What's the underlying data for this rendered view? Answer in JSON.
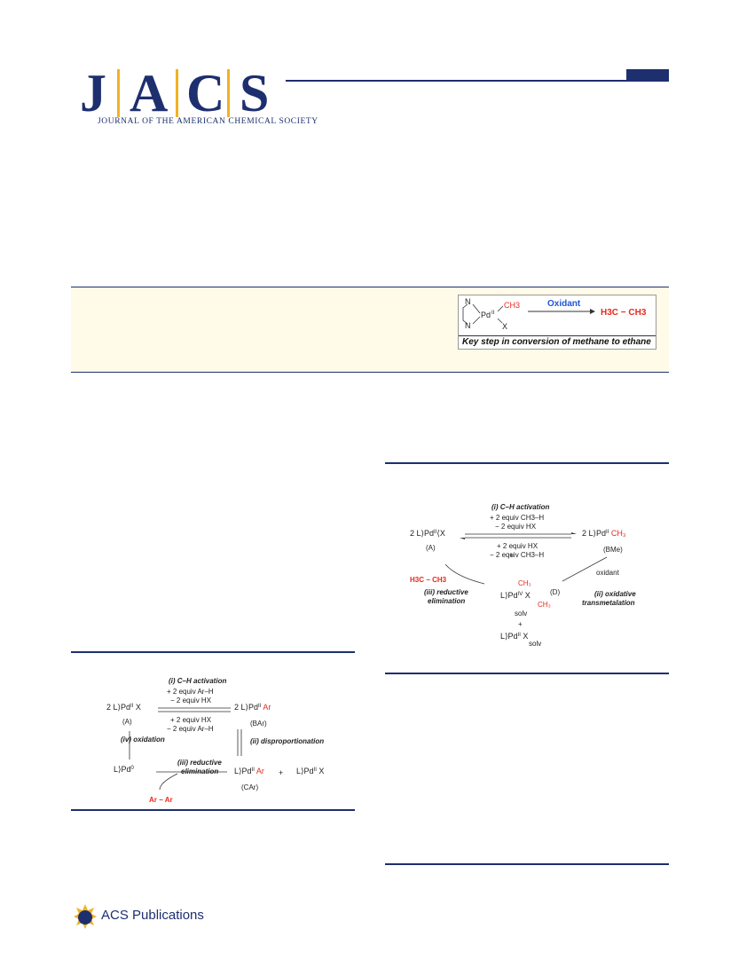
{
  "journal": {
    "letters": [
      "J",
      "A",
      "C",
      "S"
    ],
    "subtitle": "JOURNAL OF THE AMERICAN CHEMICAL SOCIETY"
  },
  "toc_graphic": {
    "reactant_n_top": "N",
    "reactant_n_bottom": "N",
    "pd": "Pd",
    "pd_ox": "II",
    "methyl": "CH3",
    "x": "X",
    "arrow_label": "Oxidant",
    "product": "H3C − CH3",
    "caption": "Key step in conversion of methane to ethane"
  },
  "scheme_methane": {
    "step_i": "(i) C–H activation",
    "fwd_1": "+ 2 equiv CH3–H",
    "fwd_2": "− 2 equiv HX",
    "rev_1": "+ 2 equiv HX",
    "rev_2": "− 2 equiv CH3–H",
    "label_a": "(A)",
    "label_bme": "(BMe)",
    "label_d": "(D)",
    "oxidant": "oxidant",
    "step_ii": "(ii) oxidative",
    "step_ii_b": "transmetalation",
    "step_iii": "(iii) reductive",
    "step_iii_b": "elimination",
    "ethane": "H3C − CH3",
    "solv": "solv",
    "plus": "+",
    "charge": "+"
  },
  "scheme_aryl": {
    "step_i": "(i) C–H activation",
    "fwd_1": "+ 2 equiv Ar–H",
    "fwd_2": "− 2 equiv HX",
    "rev_1": "+ 2 equiv HX",
    "rev_2": "− 2 equiv Ar–H",
    "label_a": "(A)",
    "label_bar": "(BAr)",
    "label_car": "(CAr)",
    "step_ii": "(ii) disproportionation",
    "step_iii": "(iii) reductive",
    "step_iii_b": "elimination",
    "step_iv": "(iv) oxidation",
    "biaryl": "Ar − Ar",
    "plus": "+"
  },
  "publisher": "ACS Publications",
  "colors": {
    "navy": "#1d2f6f",
    "gold": "#f0b323",
    "red": "#e8291c",
    "blue": "#1f55d6",
    "abstract_bg": "#fffbe8"
  }
}
